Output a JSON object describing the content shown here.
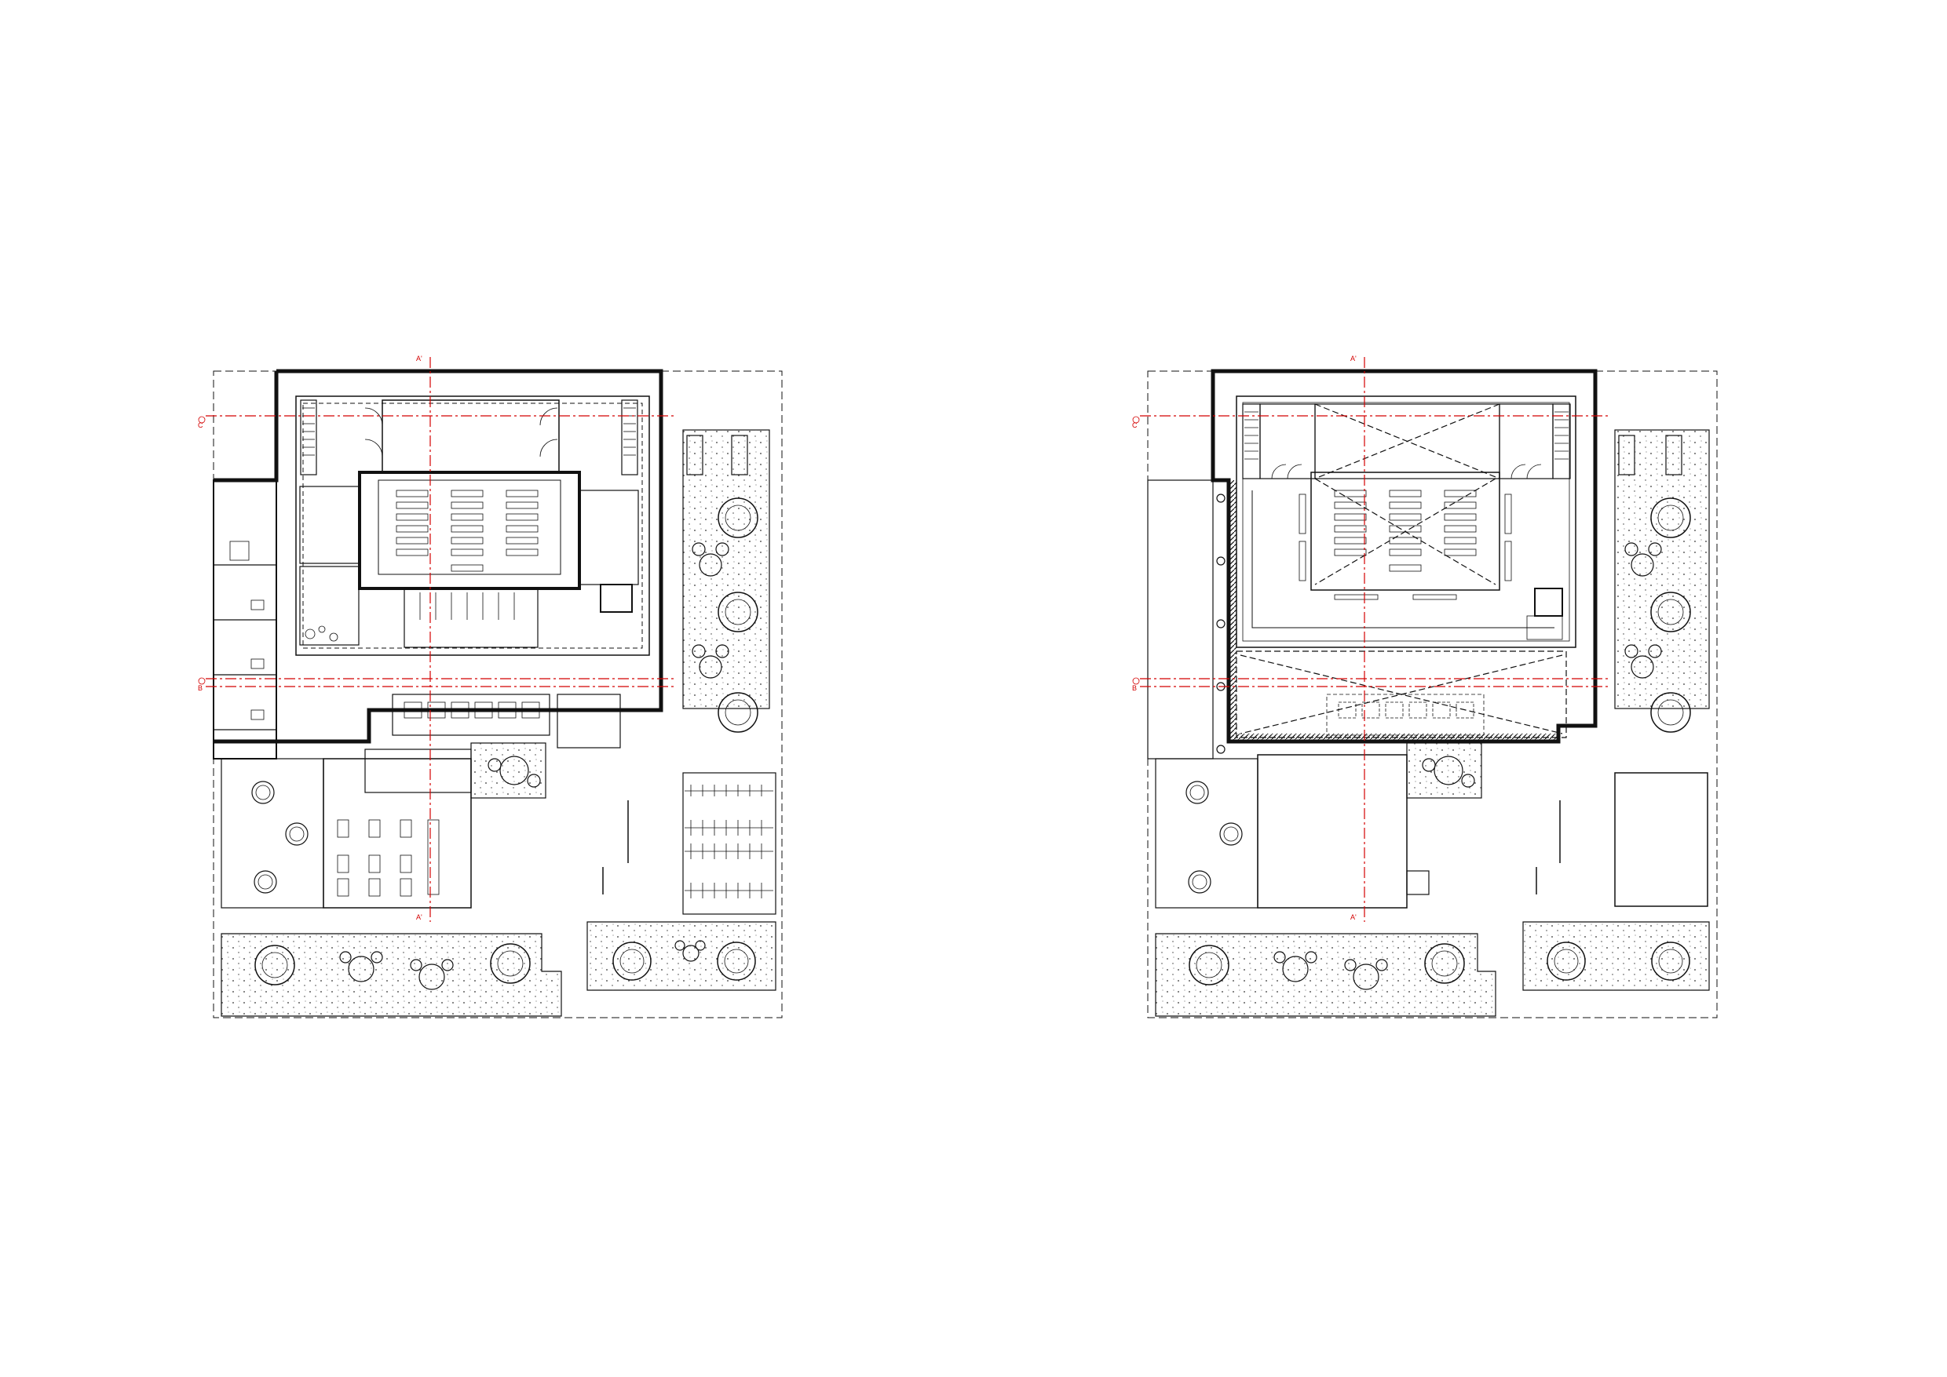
{
  "sheet": {
    "accent_color": "#d40000",
    "line_color": "#111111"
  },
  "plans": [
    {
      "section_labels": {
        "vertical_top": "A'",
        "vertical_bottom": "A'",
        "horiz_1": "C",
        "horiz_2": "B"
      }
    },
    {
      "section_labels": {
        "vertical_top": "A'",
        "vertical_bottom": "A'",
        "horiz_1": "C",
        "horiz_2": "B"
      }
    }
  ]
}
